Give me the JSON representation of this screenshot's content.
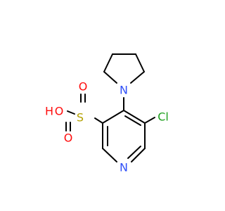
{
  "molecule": {
    "atom_labels": {
      "hydroxyl": "O",
      "hydroxyl_h": "H",
      "sulfur": "S",
      "oxygen_top": "O",
      "oxygen_bottom": "O",
      "pyrrolidine_n": "N",
      "pyridine_n": "N",
      "chlorine": "Cl"
    },
    "colors": {
      "bond": "#000000",
      "oxygen": "#ff0d0d",
      "nitrogen": "#3050f8",
      "sulfur": "#b3a000",
      "chlorine": "#1fa01f"
    }
  }
}
